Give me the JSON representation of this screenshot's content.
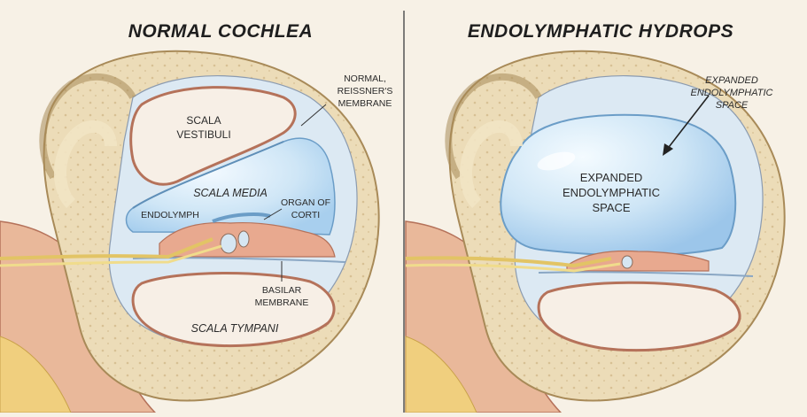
{
  "titles": {
    "left": "NORMAL COCHLEA",
    "right": "ENDOLYMPHATIC HYDROPS"
  },
  "left_labels": {
    "reissner": [
      "NORMAL,",
      "REISSNER'S",
      "MEMBRANE"
    ],
    "scala_vestibuli": [
      "SCALA",
      "VESTIBULI"
    ],
    "scala_media": "SCALA MEDIA",
    "organ_of_corti": [
      "ORGAN OF",
      "CORTI"
    ],
    "endolymph": "ENDOLYMPH",
    "basilar": [
      "BASILAR",
      "MEMBRANE"
    ],
    "scala_tympani": "SCALA TYMPANI"
  },
  "right_labels": {
    "expanded_callout": [
      "EXPANDED",
      "ENDOLYMPHATIC",
      "SPACE"
    ],
    "expanded_center": [
      "EXPANDED",
      "ENDOLYMPHATIC",
      "SPACE"
    ]
  },
  "colors": {
    "background": "#f7f1e6",
    "bone": "#ecdcb8",
    "bone_edge": "#a88a58",
    "soft_tissue": "#e9b89a",
    "tissue_edge": "#b5725a",
    "endolymph": "#cfe6f6",
    "endolymph_edge": "#6b9dc7",
    "nerve": "#f0dc8c",
    "divider": "#555555"
  }
}
